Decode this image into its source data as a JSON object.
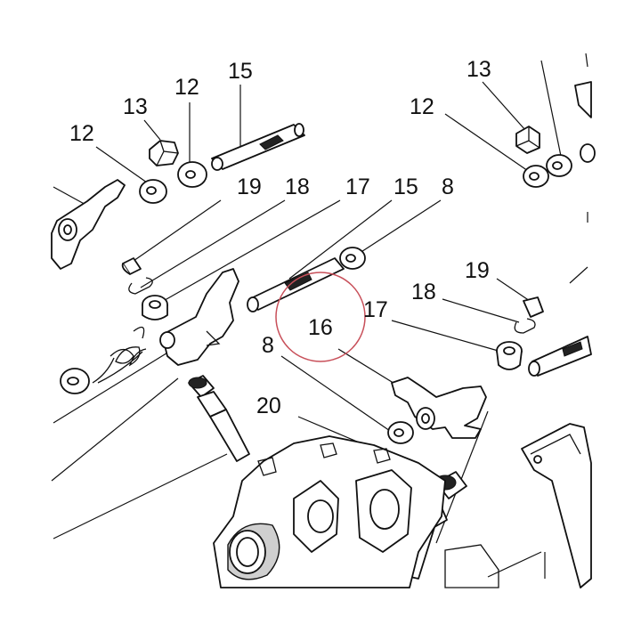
{
  "labels": {
    "l12a": "12",
    "l13a": "13",
    "l12b": "12",
    "l15a": "15",
    "l19a": "19",
    "l18a": "18",
    "l17a": "17",
    "l15b": "15",
    "l8a": "8",
    "l13b": "13",
    "l12c": "12",
    "l19b": "19",
    "l18b": "18",
    "l17b": "17",
    "l16": "16",
    "l8b": "8",
    "l20": "20"
  },
  "highlight": {
    "color": "#c8505a",
    "target": "16"
  }
}
